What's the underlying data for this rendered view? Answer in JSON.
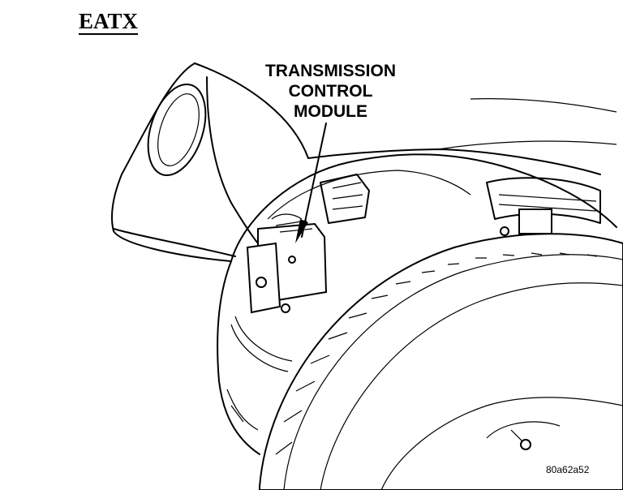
{
  "heading": "EATX",
  "callout": {
    "line1": "TRANSMISSION",
    "line2": "CONTROL",
    "line3": "MODULE"
  },
  "figure_id": "80a62a52"
}
